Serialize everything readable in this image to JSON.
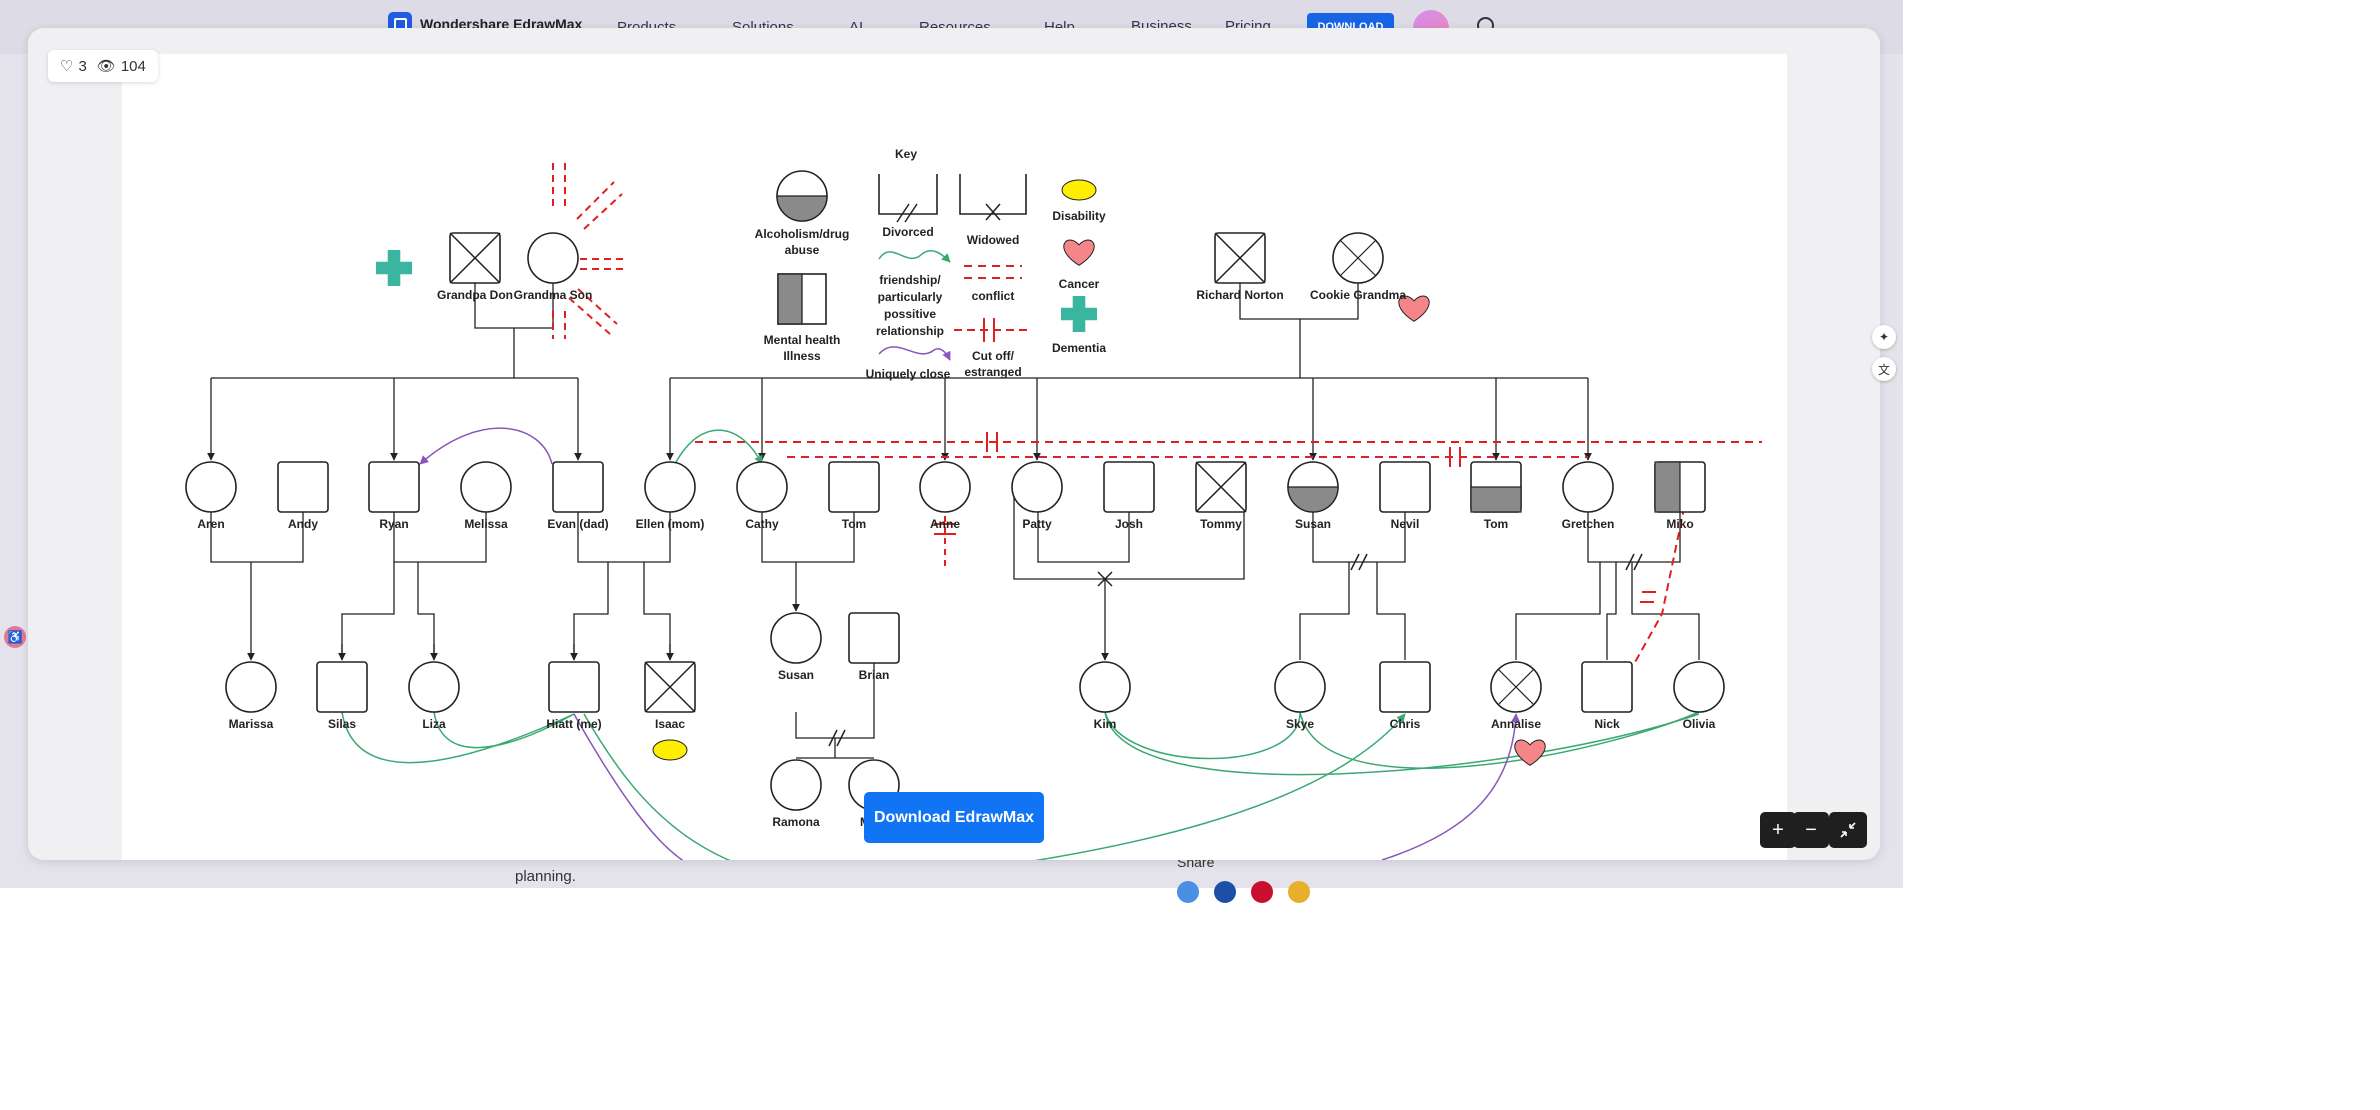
{
  "header": {
    "brand": "Wondershare EdrawMax",
    "nav": [
      "Products",
      "Solutions",
      "AI",
      "Resources",
      "Help",
      "Business",
      "Pricing"
    ],
    "download_label": "DOWNLOAD"
  },
  "viewer": {
    "likes": "3",
    "views": "104",
    "download_button": "Download EdrawMax",
    "zoom_in": "+",
    "zoom_out": "−"
  },
  "page": {
    "bottom_text": "planning.",
    "share_label": "Share",
    "share_colors": [
      "#4a90e2",
      "#1e4fa8",
      "#c8102e",
      "#e8b02a"
    ]
  },
  "colors": {
    "conflict": "#e02020",
    "friendship": "#3aa873",
    "close": "#8a55b8",
    "disability": "#ffee00",
    "cancer": "#f4868a",
    "dementia": "#3ab5a0"
  },
  "diagram": {
    "key_title": "Key",
    "legend": {
      "alcohol": [
        "Alcoholism/drug",
        "abuse"
      ],
      "mental": [
        "Mental health",
        "Illness"
      ],
      "divorced": "Divorced",
      "friendship": [
        "friendship/",
        "particularly",
        "possitive",
        "relationship"
      ],
      "uniquely_close": "Uniquely close",
      "widowed": "Widowed",
      "conflict": "conflict",
      "cutoff": [
        "Cut off/",
        "estranged"
      ],
      "disability": "Disability",
      "cancer": "Cancer",
      "dementia": "Dementia"
    },
    "people": {
      "grandpa_don": "Grandpa Don",
      "grandma_son": "Grandma Son",
      "richard": "Richard Norton",
      "cookie": "Cookie Grandma",
      "aren": "Aren",
      "andy": "Andy",
      "ryan": "Ryan",
      "melissa": "Melissa",
      "evan": "Evan (dad)",
      "ellen": "Ellen (mom)",
      "cathy": "Cathy",
      "tom1": "Tom",
      "anne": "Anne",
      "patty": "Patty",
      "josh": "Josh",
      "tommy": "Tommy",
      "susan1": "Susan",
      "nevil": "Nevil",
      "tom2": "Tom",
      "gretchen": "Gretchen",
      "miko": "Miko",
      "marissa": "Marissa",
      "silas": "Silas",
      "liza": "Liza",
      "hiatt": "Hiatt (me)",
      "isaac": "Isaac",
      "susan2": "Susan",
      "brian": "Brian",
      "ramona": "Ramona",
      "mark": "Mark",
      "kim": "Kim",
      "skye": "Skye",
      "chris": "Chris",
      "annalise": "Annalise",
      "nick": "Nick",
      "olivia": "Olivia"
    }
  }
}
